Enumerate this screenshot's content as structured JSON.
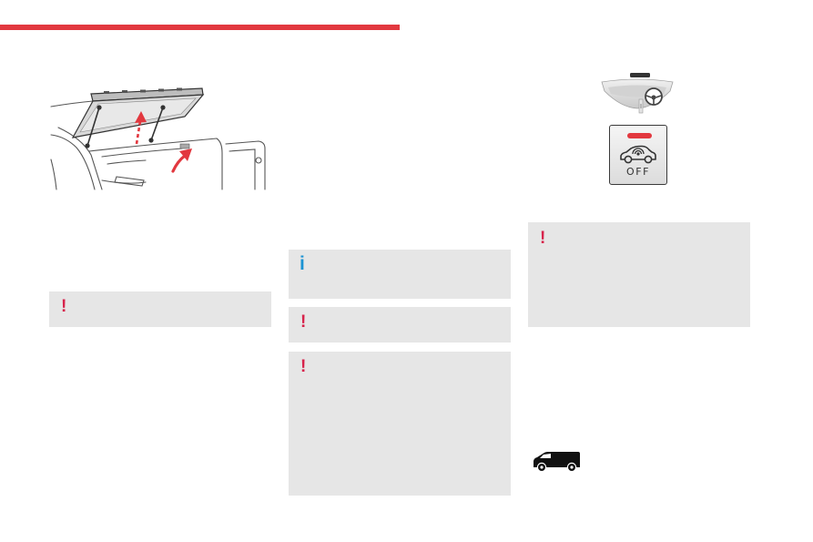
{
  "colors": {
    "accent": "#e2383f",
    "warning": "#d7234b",
    "info": "#1b93d3",
    "callout_background": "#e6e6e6"
  },
  "left_column": {
    "illustration": {
      "icon": "tailgate-rear-screen-opening-illustration"
    },
    "warning_callout": {
      "icon": "warning-icon",
      "symbol": "!"
    }
  },
  "middle_column": {
    "info_callout": {
      "icon": "info-icon",
      "symbol": "i"
    },
    "warning_callouts": [
      {
        "icon": "warning-icon",
        "symbol": "!"
      },
      {
        "icon": "warning-icon",
        "symbol": "!"
      }
    ]
  },
  "right_column": {
    "illustration": {
      "icon": "overhead-console-illustration"
    },
    "alarm_button": {
      "icon": "interior-protection-icon",
      "label": "OFF"
    },
    "warning_callout": {
      "icon": "warning-icon",
      "symbol": "!"
    },
    "vehicle_badge": {
      "icon": "van-icon"
    }
  }
}
